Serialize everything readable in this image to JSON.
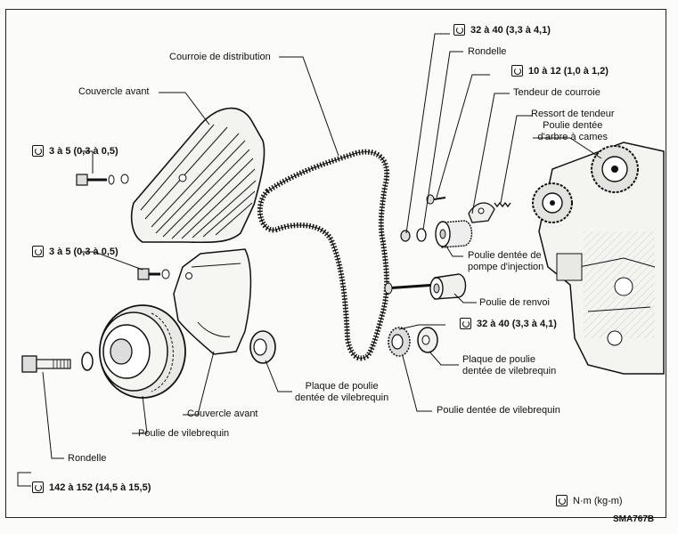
{
  "labels": {
    "courroie": "Courroie de distribution",
    "couvercle_avant_top": "Couvercle avant",
    "rondelle_top": "Rondelle",
    "tendeur": "Tendeur de courroie",
    "ressort_1": "Ressort de tendeur",
    "ressort_2": "Poulie dentée",
    "ressort_3": "d'arbre à cames",
    "pompe_1": "Poulie dentée de",
    "pompe_2": "pompe d'injection",
    "renvoi": "Poulie de renvoi",
    "plaque_right_1": "Plaque de poulie",
    "plaque_right_2": "dentée de vilebrequin",
    "poulie_dentee_vil": "Poulie dentée de vilebrequin",
    "plaque_mid_1": "Plaque de poulie",
    "plaque_mid_2": "dentée de vilebrequin",
    "couvercle_avant_bottom": "Couvercle avant",
    "poulie_vil": "Poulie de vilebrequin",
    "rondelle_bottom": "Rondelle",
    "legend_unit": "N·m (kg-m)",
    "code": "SMA767B"
  },
  "torques": {
    "t1": "32 à 40 (3,3 à 4,1)",
    "t2": "10 à 12 (1,0 à 1,2)",
    "t3": "3 à 5 (0,3 à 0,5)",
    "t4": "3 à 5 (0,3 à 0,5)",
    "t5": "32 à 40 (3,3 à 4,1)",
    "t6": "142 à 152 (14,5 à 15,5)"
  }
}
